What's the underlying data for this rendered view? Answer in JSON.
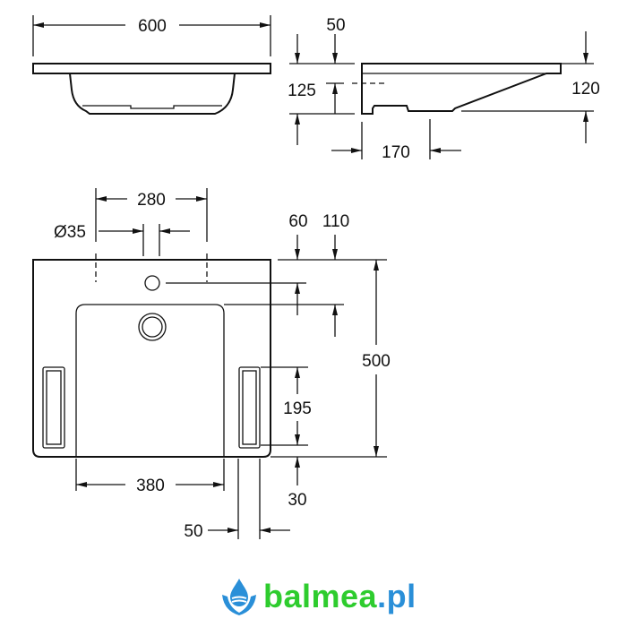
{
  "dimensions": {
    "width_total": "600",
    "side_offset": "50",
    "depth_front": "125",
    "depth_back": "120",
    "side_bottom": "170",
    "tap_spacing": "280",
    "tap_hole": "Ø35",
    "tap_from_back": "60",
    "drain_from_back": "110",
    "depth_total": "500",
    "handle_length": "195",
    "handle_from_front": "30",
    "bowl_width": "380",
    "handle_width": "50"
  },
  "logo": {
    "name": "balmea",
    "tld": ".pl",
    "brand_green": "#2ecc2e",
    "brand_blue": "#2a8fd8"
  }
}
